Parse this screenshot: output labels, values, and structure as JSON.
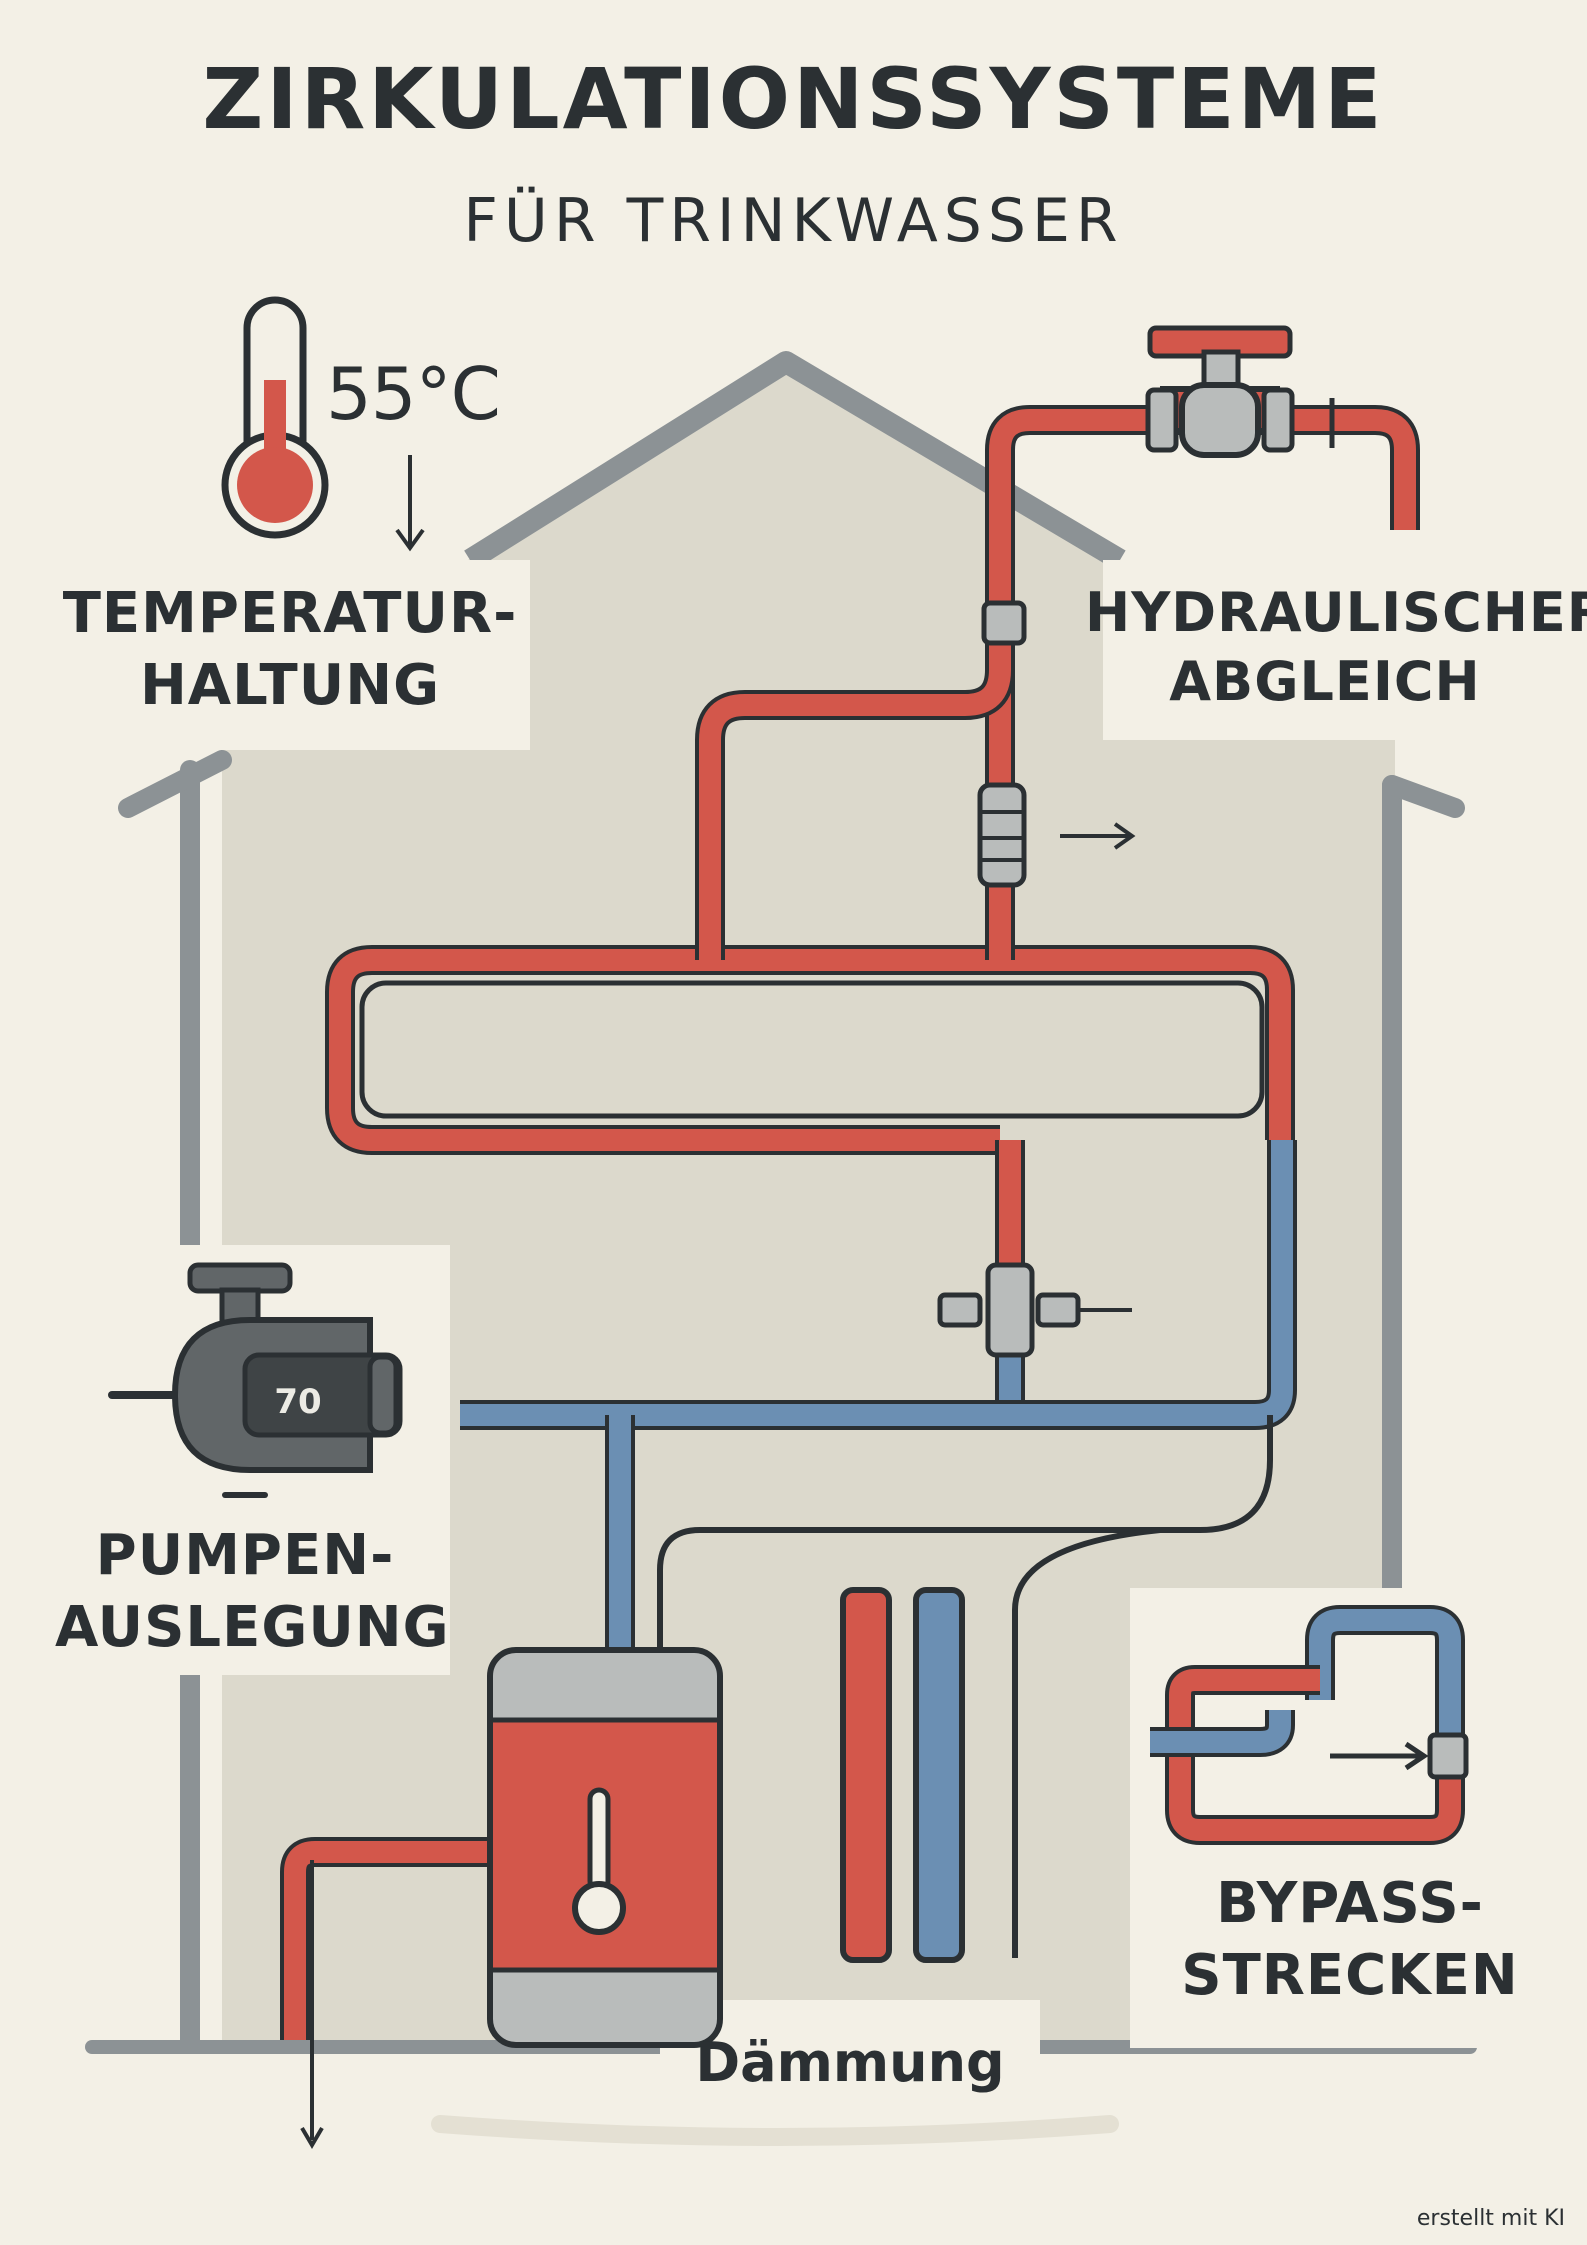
{
  "header": {
    "title": "ZIRKULATIONSSYSTEME",
    "subtitle": "FÜR TRINKWASSER"
  },
  "labels": {
    "temperature": {
      "lines": [
        "TEMPERATUR-",
        "HALTUNG"
      ],
      "value": "55°C",
      "icon": "thermometer-icon"
    },
    "hydraulic": {
      "lines": [
        "HYDRAULISCHER",
        "ABGLEICH"
      ],
      "icon": "faucet-valve-icon"
    },
    "pump": {
      "lines": [
        "PUMPEN-",
        "AUSLEGUNG"
      ],
      "display": "70",
      "icon": "circulation-pump-icon"
    },
    "bypass": {
      "lines": [
        "BYPASS-",
        "STRECKEN"
      ],
      "icon": "bypass-loop-icon"
    },
    "insulation": {
      "text": "Dämmung"
    }
  },
  "footer": {
    "credit": "erstellt mit KI"
  },
  "colors": {
    "background": "#f3f0e6",
    "house": "#dcd9cc",
    "house_outline": "#8c9295",
    "hot_pipe": "#d3574b",
    "cold_pipe": "#6b8fb3",
    "outline": "#2b3033",
    "fitting": "#b9bcbb"
  }
}
